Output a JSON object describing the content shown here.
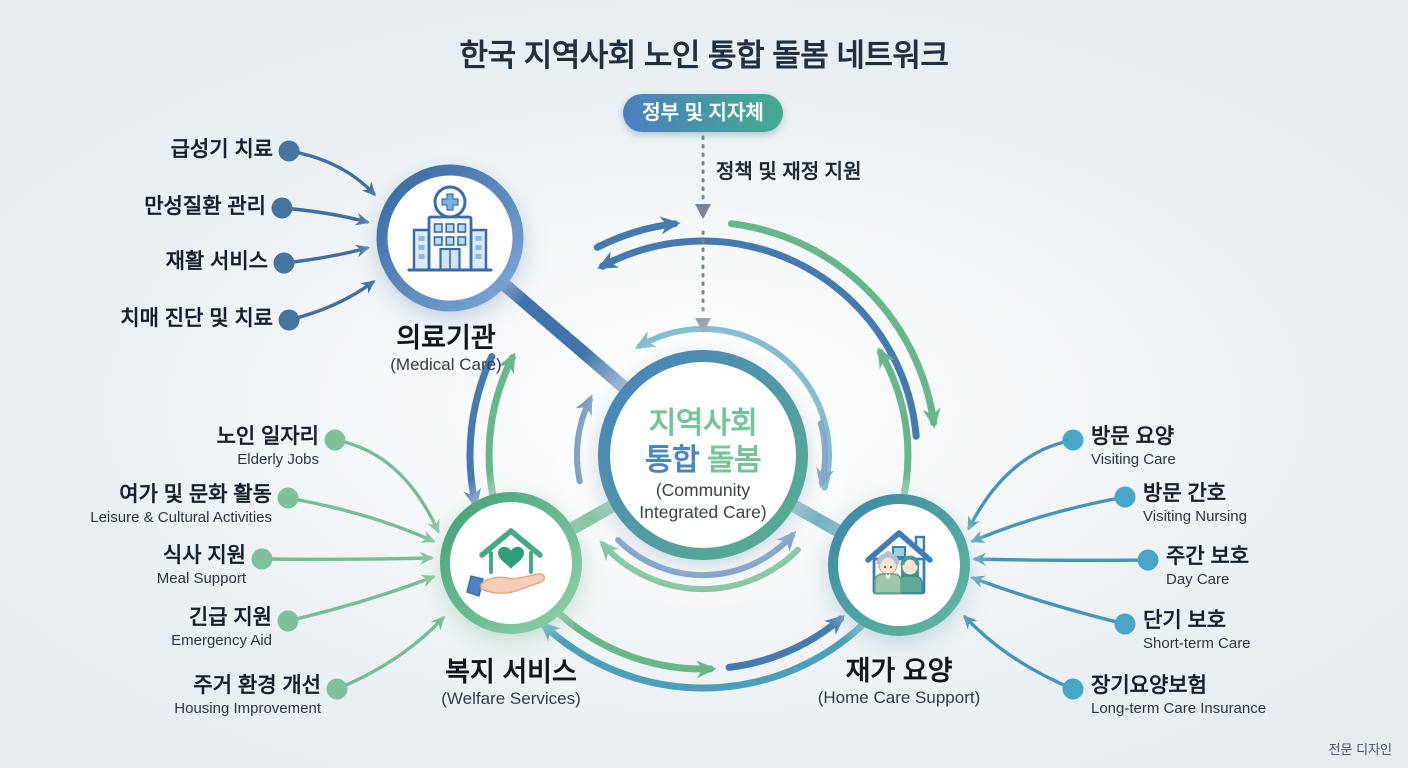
{
  "title": "한국 지역사회 노인 통합 돌봄 네트워크",
  "government": {
    "label": "정부 및 지자체",
    "support": "정책 및 재정 지원"
  },
  "center": {
    "ko1": "지역사회",
    "ko2a": "통합",
    "ko2b": "돌봄",
    "en1": "(Community",
    "en2": "Integrated Care)"
  },
  "nodes": {
    "medical": {
      "ko": "의료기관",
      "en": "(Medical Care)"
    },
    "welfare": {
      "ko": "복지 서비스",
      "en": "(Welfare Services)"
    },
    "homecare": {
      "ko": "재가 요양",
      "en": "(Home Care Support)"
    }
  },
  "medical_items": [
    {
      "ko": "급성기 치료"
    },
    {
      "ko": "만성질환 관리"
    },
    {
      "ko": "재활 서비스"
    },
    {
      "ko": "치매 진단 및 치료"
    }
  ],
  "welfare_items": [
    {
      "ko": "노인 일자리",
      "en": "Elderly Jobs"
    },
    {
      "ko": "여가 및 문화 활동",
      "en": "Leisure & Cultural Activities"
    },
    {
      "ko": "식사 지원",
      "en": "Meal Support"
    },
    {
      "ko": "긴급 지원",
      "en": "Emergency Aid"
    },
    {
      "ko": "주거 환경 개선",
      "en": "Housing Improvement"
    }
  ],
  "homecare_items": [
    {
      "ko": "방문 요양",
      "en": "Visiting Care"
    },
    {
      "ko": "방문 간호",
      "en": "Visiting Nursing"
    },
    {
      "ko": "주간 보호",
      "en": "Day Care"
    },
    {
      "ko": "단기 보호",
      "en": "Short-term Care"
    },
    {
      "ko": "장기요양보험",
      "en": "Long-term Care Insurance"
    }
  ],
  "footer": "전문 디자인",
  "colors": {
    "arc_blue": "#4679ae",
    "arc_green": "#67b78c",
    "arc_teal": "#4aa0b8",
    "dot_blue": "#45749f",
    "dot_green": "#7dc29b",
    "dot_teal": "#47a6c5",
    "badge_gradient_start": "#4a7fc1",
    "badge_gradient_end": "#45ab8d"
  }
}
